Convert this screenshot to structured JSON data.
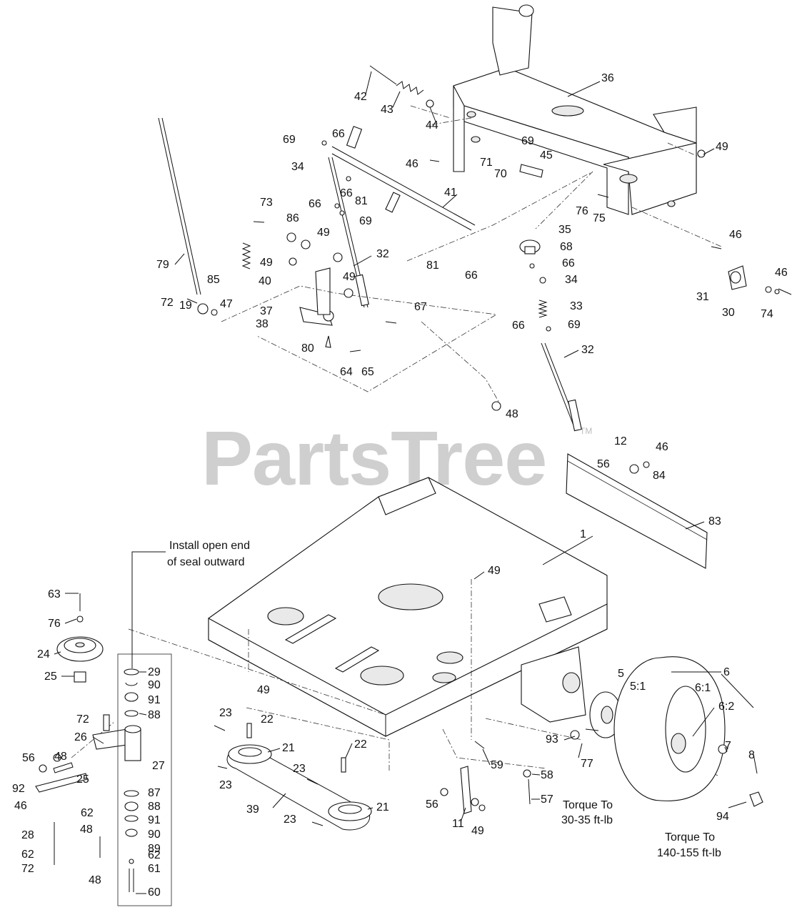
{
  "watermark": {
    "text": "PartsTree",
    "trademark": "TM"
  },
  "notes": {
    "seal_line1": "Install open end",
    "seal_line2": "of seal outward",
    "torque_wheel_line1": "Torque To",
    "torque_wheel_line2": "30-35 ft-lb",
    "torque_nut_line1": "Torque To",
    "torque_nut_line2": "140-155 ft-lb"
  },
  "callouts": [
    {
      "id": "c36",
      "text": "36"
    },
    {
      "id": "c42",
      "text": "42"
    },
    {
      "id": "c43",
      "text": "43"
    },
    {
      "id": "c44",
      "text": "44"
    },
    {
      "id": "c69a",
      "text": "69"
    },
    {
      "id": "c66a",
      "text": "66"
    },
    {
      "id": "c34a",
      "text": "34"
    },
    {
      "id": "c46a",
      "text": "46"
    },
    {
      "id": "c71",
      "text": "71"
    },
    {
      "id": "c69b",
      "text": "69"
    },
    {
      "id": "c70",
      "text": "70"
    },
    {
      "id": "c45",
      "text": "45"
    },
    {
      "id": "c49a",
      "text": "49"
    },
    {
      "id": "c66b",
      "text": "66"
    },
    {
      "id": "c81a",
      "text": "81"
    },
    {
      "id": "c41",
      "text": "41"
    },
    {
      "id": "c76a",
      "text": "76"
    },
    {
      "id": "c75",
      "text": "75"
    },
    {
      "id": "c73",
      "text": "73"
    },
    {
      "id": "c66c",
      "text": "66"
    },
    {
      "id": "c69c",
      "text": "69"
    },
    {
      "id": "c86",
      "text": "86"
    },
    {
      "id": "c49b",
      "text": "49"
    },
    {
      "id": "c35",
      "text": "35"
    },
    {
      "id": "c46b",
      "text": "46"
    },
    {
      "id": "c68",
      "text": "68"
    },
    {
      "id": "c79",
      "text": "79"
    },
    {
      "id": "c49c",
      "text": "49"
    },
    {
      "id": "c40",
      "text": "40"
    },
    {
      "id": "c32a",
      "text": "32"
    },
    {
      "id": "c81b",
      "text": "81"
    },
    {
      "id": "c66d",
      "text": "66"
    },
    {
      "id": "c66e",
      "text": "66"
    },
    {
      "id": "c46c",
      "text": "46"
    },
    {
      "id": "c85",
      "text": "85"
    },
    {
      "id": "c49d",
      "text": "49"
    },
    {
      "id": "c34b",
      "text": "34"
    },
    {
      "id": "c31",
      "text": "31"
    },
    {
      "id": "c30",
      "text": "30"
    },
    {
      "id": "c74",
      "text": "74"
    },
    {
      "id": "c72a",
      "text": "72"
    },
    {
      "id": "c47",
      "text": "47"
    },
    {
      "id": "c19",
      "text": "19"
    },
    {
      "id": "c37",
      "text": "37"
    },
    {
      "id": "c38",
      "text": "38"
    },
    {
      "id": "c67",
      "text": "67"
    },
    {
      "id": "c33",
      "text": "33"
    },
    {
      "id": "c66f",
      "text": "66"
    },
    {
      "id": "c69d",
      "text": "69"
    },
    {
      "id": "c80",
      "text": "80"
    },
    {
      "id": "c32b",
      "text": "32"
    },
    {
      "id": "c64",
      "text": "64"
    },
    {
      "id": "c65",
      "text": "65"
    },
    {
      "id": "c48a",
      "text": "48"
    },
    {
      "id": "c12",
      "text": "12"
    },
    {
      "id": "c46d",
      "text": "46"
    },
    {
      "id": "c56a",
      "text": "56"
    },
    {
      "id": "c84",
      "text": "84"
    },
    {
      "id": "c83",
      "text": "83"
    },
    {
      "id": "c1",
      "text": "1"
    },
    {
      "id": "c49e",
      "text": "49"
    },
    {
      "id": "c63",
      "text": "63"
    },
    {
      "id": "c76b",
      "text": "76"
    },
    {
      "id": "c24",
      "text": "24"
    },
    {
      "id": "c25a",
      "text": "25"
    },
    {
      "id": "c29",
      "text": "29"
    },
    {
      "id": "c90a",
      "text": "90"
    },
    {
      "id": "c91a",
      "text": "91"
    },
    {
      "id": "c88a",
      "text": "88"
    },
    {
      "id": "c49f",
      "text": "49"
    },
    {
      "id": "c72b",
      "text": "72"
    },
    {
      "id": "c26",
      "text": "26"
    },
    {
      "id": "c27",
      "text": "27"
    },
    {
      "id": "c56b",
      "text": "56"
    },
    {
      "id": "c48b",
      "text": "48"
    },
    {
      "id": "c92",
      "text": "92"
    },
    {
      "id": "c25b",
      "text": "25"
    },
    {
      "id": "c46e",
      "text": "46"
    },
    {
      "id": "c87",
      "text": "87"
    },
    {
      "id": "c88b",
      "text": "88"
    },
    {
      "id": "c91b",
      "text": "91"
    },
    {
      "id": "c62a",
      "text": "62"
    },
    {
      "id": "c48c",
      "text": "48"
    },
    {
      "id": "c28",
      "text": "28"
    },
    {
      "id": "c90b",
      "text": "90"
    },
    {
      "id": "c89",
      "text": "89"
    },
    {
      "id": "c62b",
      "text": "62"
    },
    {
      "id": "c62c",
      "text": "62"
    },
    {
      "id": "c72c",
      "text": "72"
    },
    {
      "id": "c48d",
      "text": "48"
    },
    {
      "id": "c61",
      "text": "61"
    },
    {
      "id": "c60",
      "text": "60"
    },
    {
      "id": "c23a",
      "text": "23"
    },
    {
      "id": "c22a",
      "text": "22"
    },
    {
      "id": "c21a",
      "text": "21"
    },
    {
      "id": "c22b",
      "text": "22"
    },
    {
      "id": "c23b",
      "text": "23"
    },
    {
      "id": "c23c",
      "text": "23"
    },
    {
      "id": "c39",
      "text": "39"
    },
    {
      "id": "c23d",
      "text": "23"
    },
    {
      "id": "c21b",
      "text": "21"
    },
    {
      "id": "c59",
      "text": "59"
    },
    {
      "id": "c58",
      "text": "58"
    },
    {
      "id": "c57",
      "text": "57"
    },
    {
      "id": "c56c",
      "text": "56"
    },
    {
      "id": "c11",
      "text": "11"
    },
    {
      "id": "c49g",
      "text": "49"
    },
    {
      "id": "c93",
      "text": "93"
    },
    {
      "id": "c77",
      "text": "77"
    },
    {
      "id": "c5",
      "text": "5"
    },
    {
      "id": "c5_1",
      "text": "5:1"
    },
    {
      "id": "c6",
      "text": "6"
    },
    {
      "id": "c6_1",
      "text": "6:1"
    },
    {
      "id": "c6_2",
      "text": "6:2"
    },
    {
      "id": "c7",
      "text": "7"
    },
    {
      "id": "c8",
      "text": "8"
    },
    {
      "id": "c94",
      "text": "94"
    }
  ]
}
